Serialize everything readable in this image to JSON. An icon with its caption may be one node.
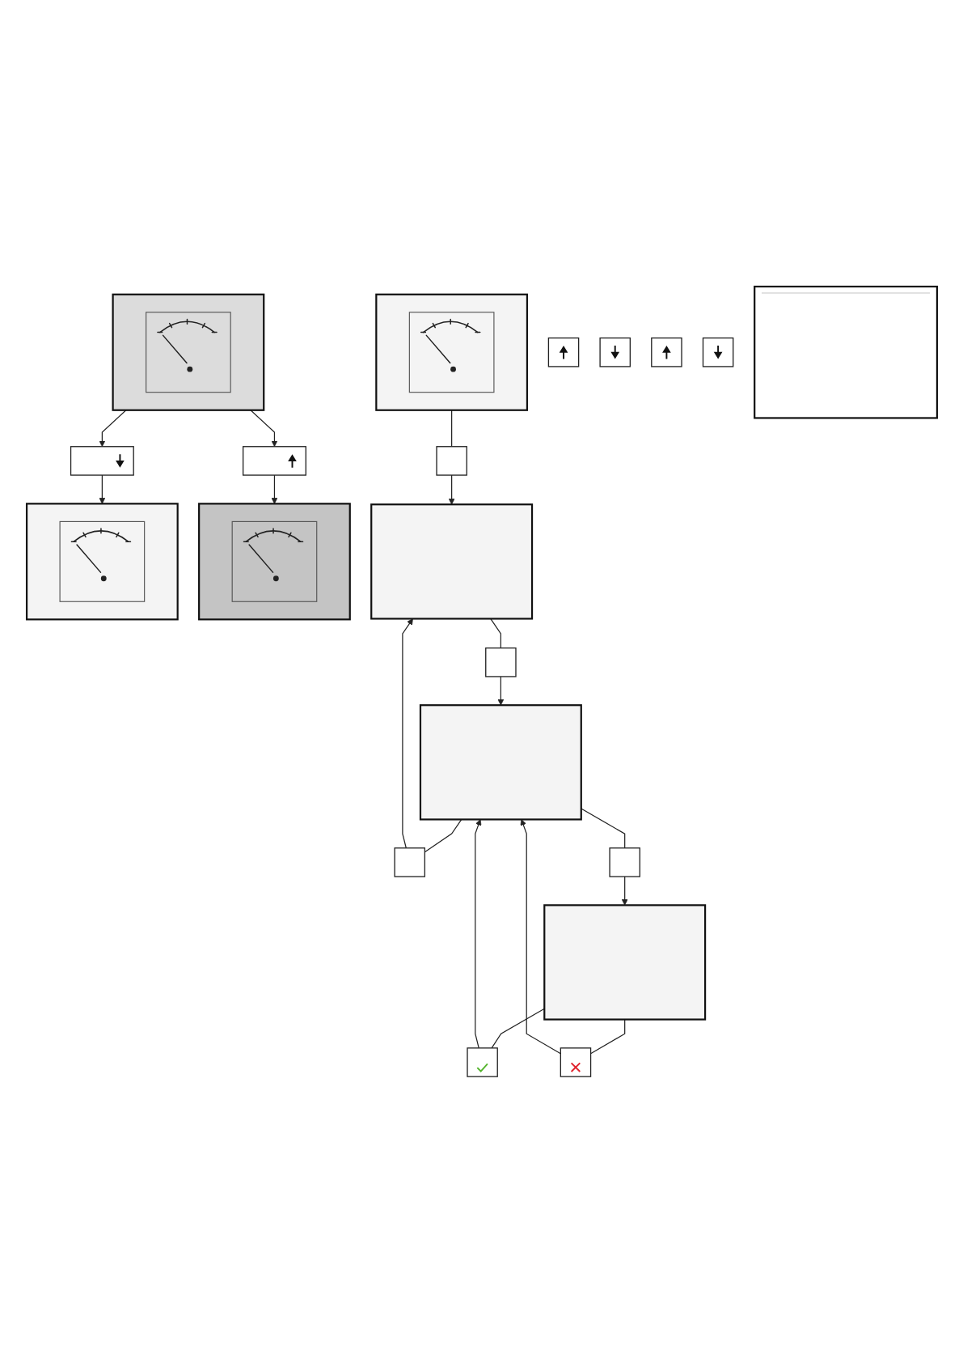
{
  "diagram": {
    "nodes": [
      {
        "text": [],
        "shape": "box"
      },
      {
        "text": [],
        "shape": "picture",
        "in": 0
      },
      {
        "text": [],
        "shape": "box"
      },
      {
        "text": [],
        "shape": "box"
      },
      {
        "text": [],
        "shape": "box"
      },
      {
        "text": [],
        "shape": "box"
      },
      {
        "text": [],
        "shape": "box"
      },
      {
        "text": [],
        "shape": "box"
      },
      {
        "text": [],
        "shape": "box"
      },
      {
        "text": [],
        "shape": "box"
      },
      {
        "text": [],
        "shape": "box"
      },
      {
        "text": [],
        "shape": "box"
      },
      {
        "text": [],
        "shape": "box"
      },
      {
        "text": [],
        "shape": "box"
      },
      {
        "text": [],
        "shape": "box"
      },
      {
        "text": [],
        "shape": "box"
      },
      {
        "text": [],
        "shape": "box"
      },
      {
        "text": [],
        "shape": "picture",
        "in": 16
      },
      {
        "text": [],
        "shape": "box"
      },
      {
        "text": [],
        "shape": "box"
      },
      {
        "text": [],
        "shape": "box"
      },
      {
        "text": [],
        "shape": "picture",
        "in": 20
      },
      {
        "text": [],
        "shape": "box"
      },
      {
        "text": [],
        "shape": "picture",
        "in": 22
      }
    ],
    "edges": [
      {
        "from": 0,
        "to": 2,
        "arrow": "none"
      },
      {
        "from": 2,
        "to": 3,
        "arrow": "to"
      },
      {
        "from": 3,
        "to": 4,
        "arrow": "none"
      },
      {
        "from": 4,
        "to": 6,
        "arrow": "to"
      },
      {
        "from": 6,
        "to": 5,
        "arrow": "none"
      },
      {
        "from": 5,
        "to": 3,
        "arrow": "to"
      },
      {
        "from": 6,
        "to": 9,
        "arrow": "none"
      },
      {
        "from": 9,
        "to": 12,
        "arrow": "to"
      },
      {
        "from": 12,
        "to": 10,
        "arrow": "none"
      },
      {
        "from": 10,
        "to": 6,
        "arrow": "to"
      },
      {
        "from": 12,
        "to": 11,
        "arrow": "none"
      },
      {
        "from": 11,
        "to": 6,
        "arrow": "to"
      },
      {
        "from": 16,
        "to": 18,
        "arrow": "to"
      },
      {
        "from": 16,
        "to": 19,
        "arrow": "to"
      },
      {
        "from": 18,
        "to": 20,
        "arrow": "to"
      },
      {
        "from": 19,
        "to": 22,
        "arrow": "to"
      }
    ]
  }
}
